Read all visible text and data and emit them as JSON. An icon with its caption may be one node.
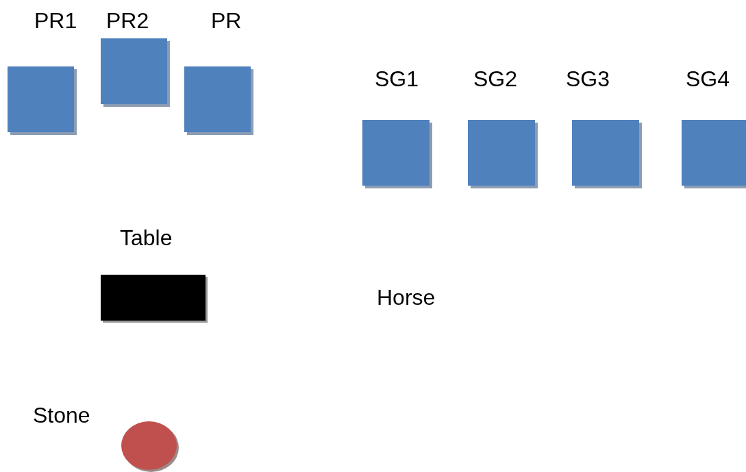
{
  "diagram": {
    "nodes": [
      {
        "text": [
          "PR1"
        ]
      },
      {
        "text": [
          "PR2"
        ]
      },
      {
        "text": [
          "PR"
        ]
      },
      {
        "text": [
          "SG1"
        ]
      },
      {
        "text": [
          "SG2"
        ]
      },
      {
        "text": [
          "SG3"
        ]
      },
      {
        "text": [
          "SG4"
        ]
      },
      {
        "text": [
          "Table"
        ]
      },
      {
        "text": [
          "Stone"
        ]
      }
    ],
    "edges": [],
    "labels": [
      "Horse"
    ]
  }
}
